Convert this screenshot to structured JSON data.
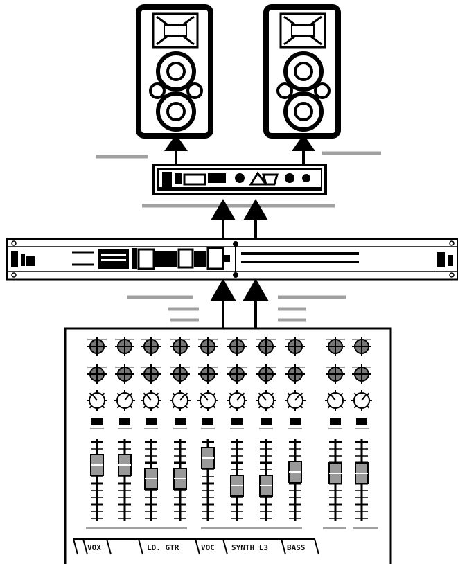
{
  "diagram": {
    "speakers": [
      {
        "id": "left",
        "icon": "pa-speaker-icon"
      },
      {
        "id": "right",
        "icon": "pa-speaker-icon"
      }
    ],
    "amplifier": {
      "icon": "power-amplifier-icon"
    },
    "processor": {
      "icon": "rack-processor-icon"
    },
    "mixer": {
      "icon": "mixing-console-icon",
      "channel_groups": [
        {
          "label": "VOX",
          "channels": 1
        },
        {
          "label": "",
          "channels": 1
        },
        {
          "label": "LD. GTR",
          "channels": 2
        },
        {
          "label": "VOC",
          "channels": 1
        },
        {
          "label": "SYNTH L3",
          "channels": 2
        },
        {
          "label": "BASS",
          "channels": 1
        }
      ],
      "master_channels": 2
    },
    "colors": {
      "ink": "#000000",
      "gray_line": "#a0a0a0",
      "fader": "#9a9a9a"
    }
  }
}
